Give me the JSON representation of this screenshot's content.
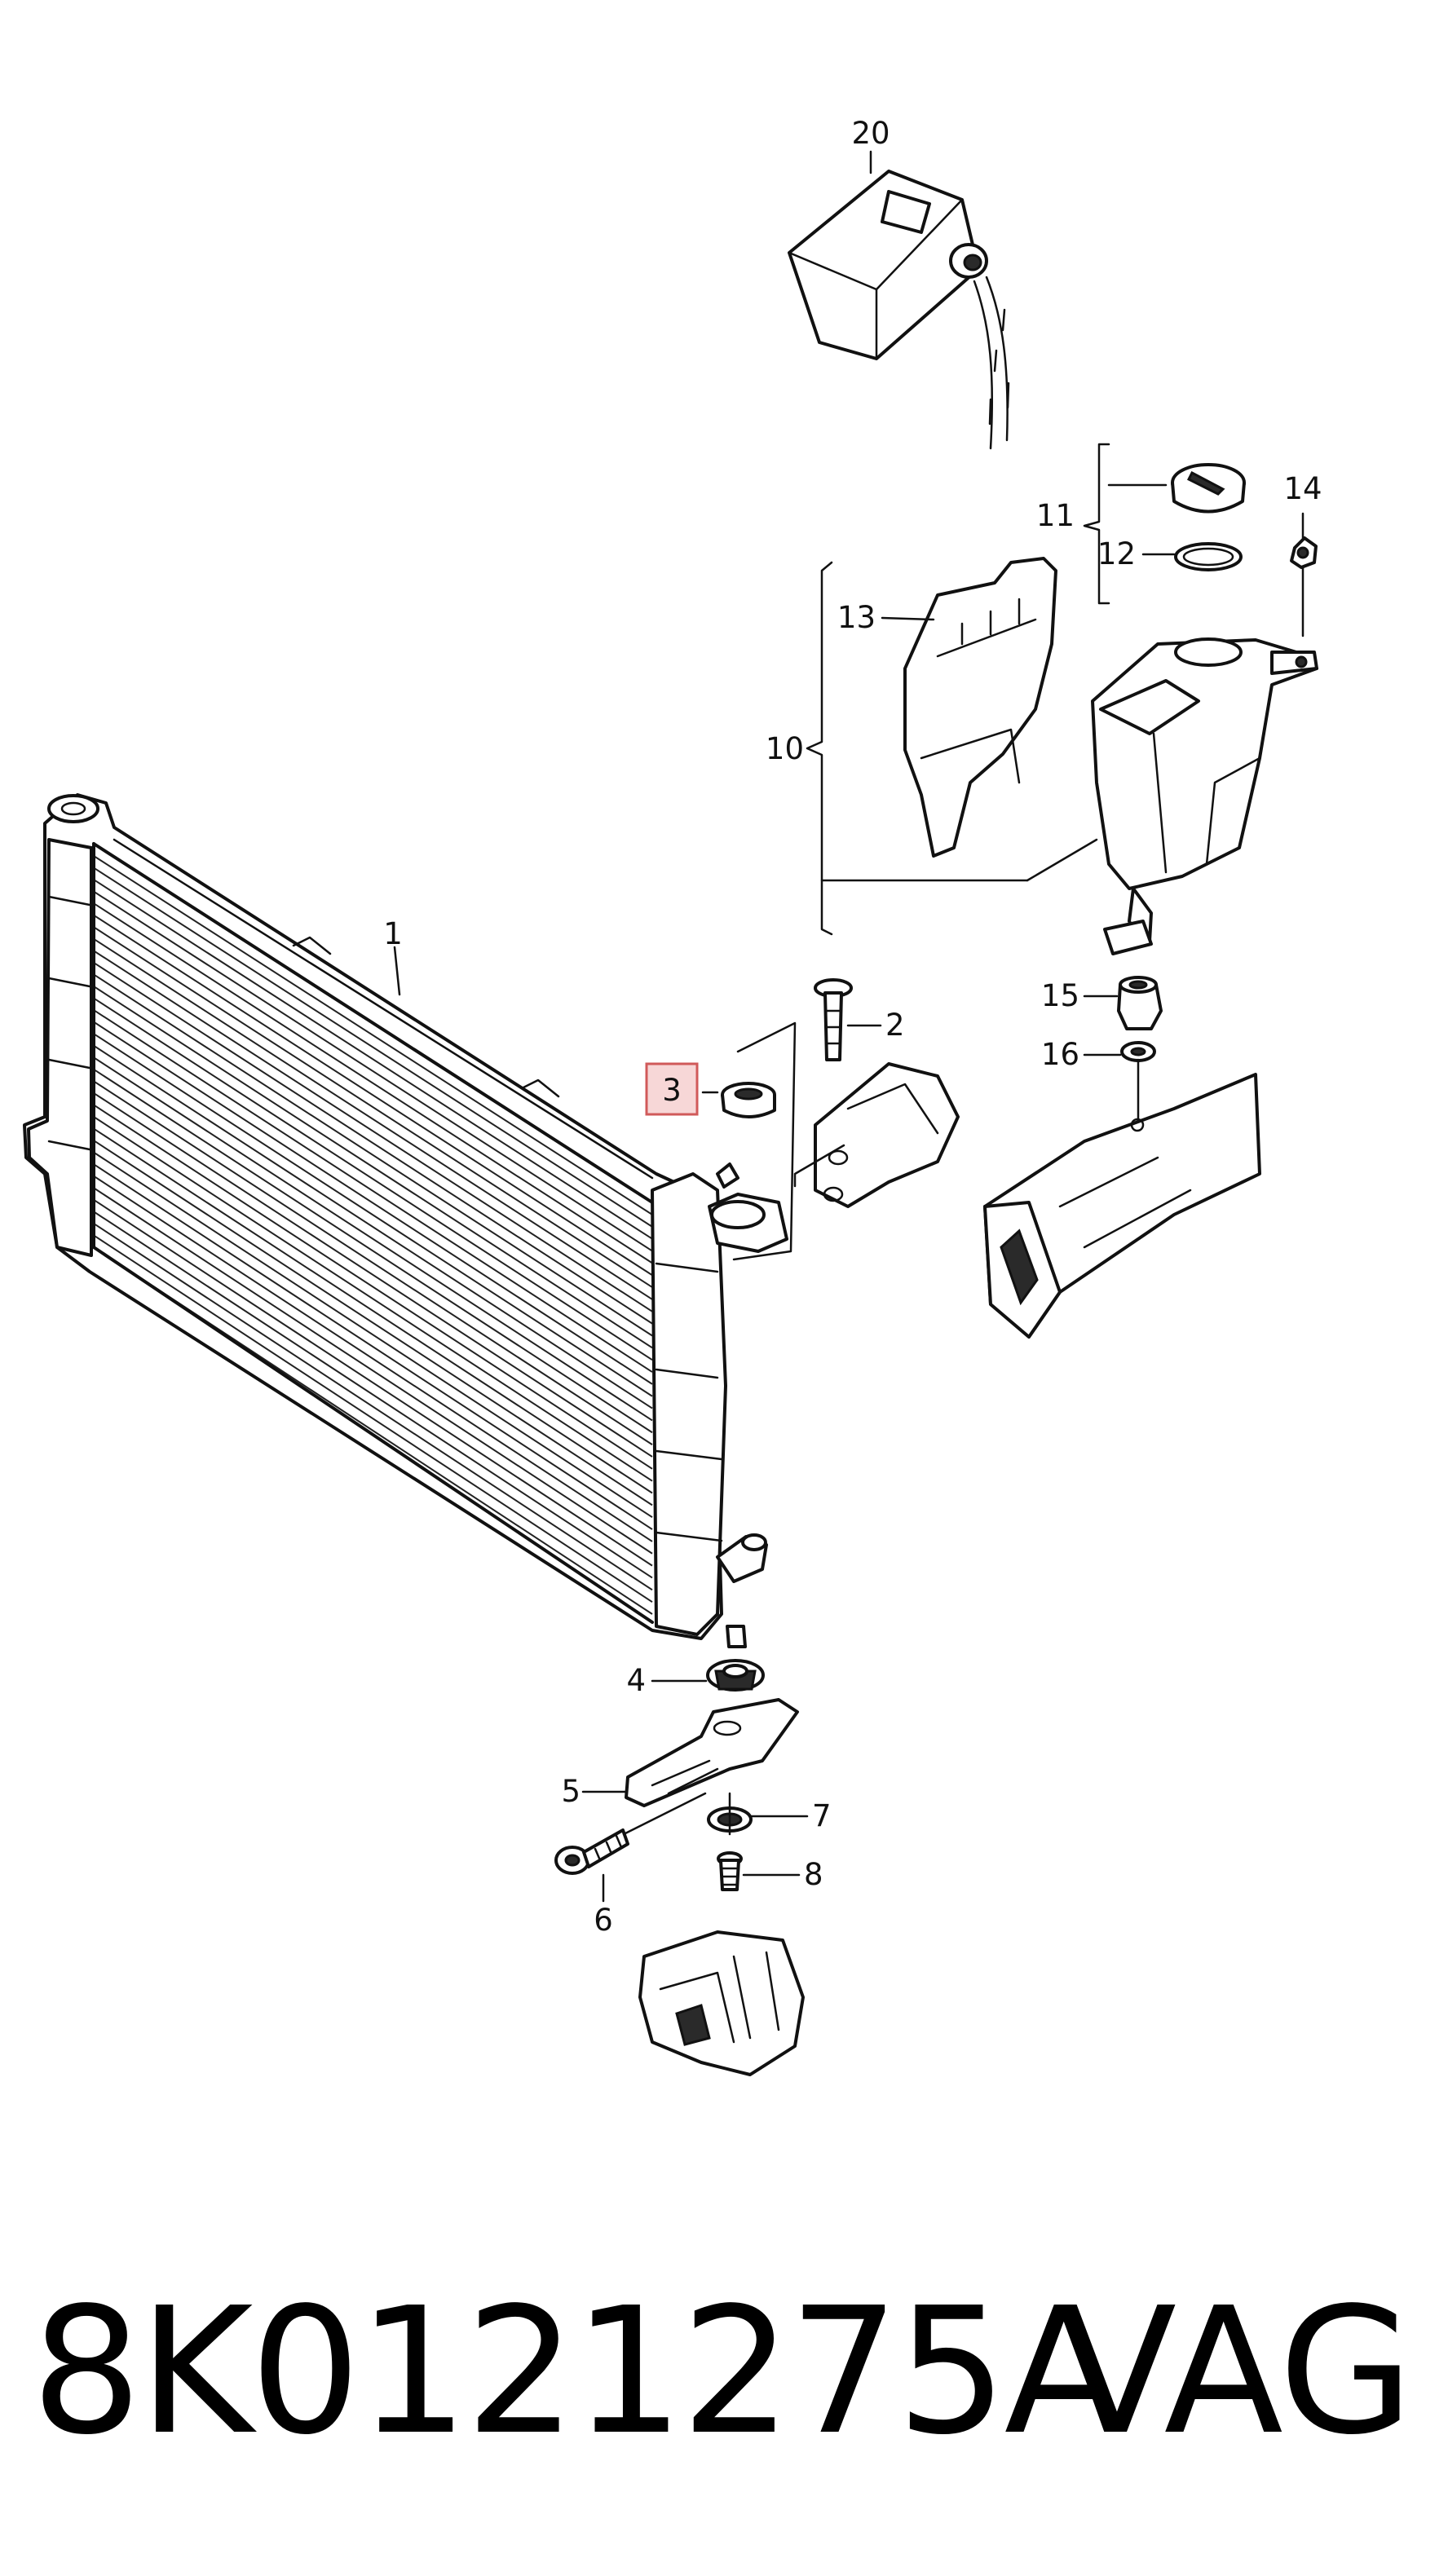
{
  "diagram": {
    "callouts": {
      "c1": "1",
      "c2": "2",
      "c3": "3",
      "c4": "4",
      "c5": "5",
      "c6": "6",
      "c7": "7",
      "c8": "8",
      "c10": "10",
      "c11": "11",
      "c12": "12",
      "c13": "13",
      "c14": "14",
      "c15": "15",
      "c16": "16",
      "c20": "20"
    },
    "highlighted_callout": "3",
    "highlight_color": "#d05a5a"
  },
  "footer": {
    "part_number": "8K0121275A",
    "brand": "VAG"
  }
}
